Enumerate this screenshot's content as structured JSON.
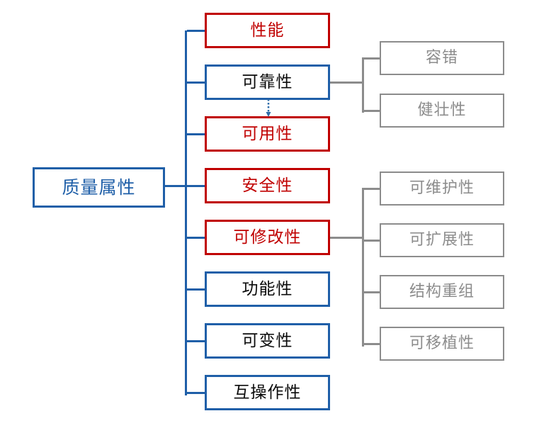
{
  "diagram": {
    "title": "质量属性",
    "type": "tree-diagram",
    "colors": {
      "blue": "#1F5FA8",
      "red": "#C00000",
      "gray": "#8C8C8C",
      "background": "#FFFFFF"
    },
    "root": {
      "label": "质量属性",
      "style": "blue-border-blue-text"
    },
    "branches": [
      {
        "label": "性能",
        "style": "red"
      },
      {
        "label": "可靠性",
        "style": "blue"
      },
      {
        "label": "可用性",
        "style": "red"
      },
      {
        "label": "安全性",
        "style": "red"
      },
      {
        "label": "可修改性",
        "style": "red"
      },
      {
        "label": "功能性",
        "style": "blue"
      },
      {
        "label": "可变性",
        "style": "blue"
      },
      {
        "label": "互操作性",
        "style": "blue"
      }
    ],
    "reliability_children": [
      {
        "label": "容错",
        "style": "gray"
      },
      {
        "label": "健壮性",
        "style": "gray"
      }
    ],
    "modifiability_children": [
      {
        "label": "可维护性",
        "style": "gray"
      },
      {
        "label": "可扩展性",
        "style": "gray"
      },
      {
        "label": "结构重组",
        "style": "gray"
      },
      {
        "label": "可移植性",
        "style": "gray"
      }
    ],
    "annotations": [
      {
        "name": "dotted-arrow-reliability-to-availability",
        "from": "可靠性",
        "to": "可用性",
        "style": "blue-dotted-down-arrow"
      }
    ]
  }
}
